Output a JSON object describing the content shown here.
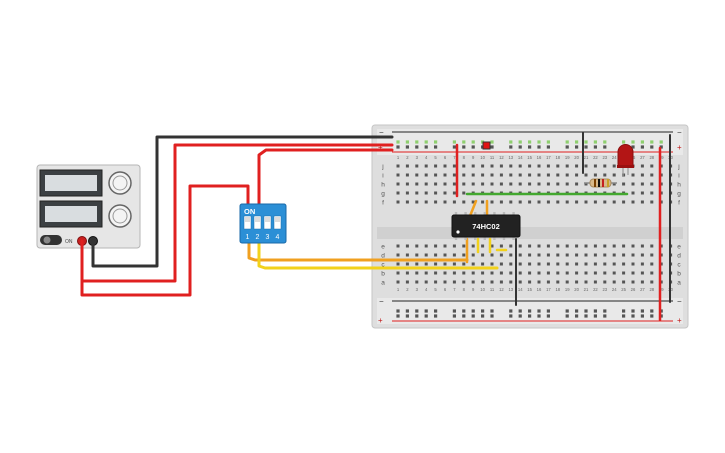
{
  "circuit": {
    "chip_label": "74HC02",
    "dip_switch": {
      "on_label": "ON",
      "positions": [
        "1",
        "2",
        "3",
        "4"
      ]
    },
    "breadboard": {
      "row_letters_top": [
        "j",
        "i",
        "h",
        "g",
        "f"
      ],
      "row_letters_bottom": [
        "e",
        "d",
        "c",
        "b",
        "a"
      ],
      "column_numbers": [
        "1",
        "2",
        "3",
        "4",
        "5",
        "6",
        "7",
        "8",
        "9",
        "10",
        "11",
        "12",
        "13",
        "14",
        "15",
        "16",
        "17",
        "18",
        "19",
        "20",
        "21",
        "22",
        "23",
        "24",
        "25",
        "26",
        "27",
        "28",
        "29",
        "30"
      ],
      "rail_minus": "−",
      "rail_plus": "+"
    },
    "power_supply": {
      "on_label": "ON"
    },
    "colors": {
      "red_wire": "#e02020",
      "black_wire": "#333333",
      "orange_wire": "#f0a020",
      "yellow_wire": "#f2d21b",
      "green_wire": "#43a82f",
      "dip_blue": "#2b8fd6",
      "chip_body": "#222222",
      "led": "#b31515",
      "breadboard": "#dcdcdc"
    }
  }
}
